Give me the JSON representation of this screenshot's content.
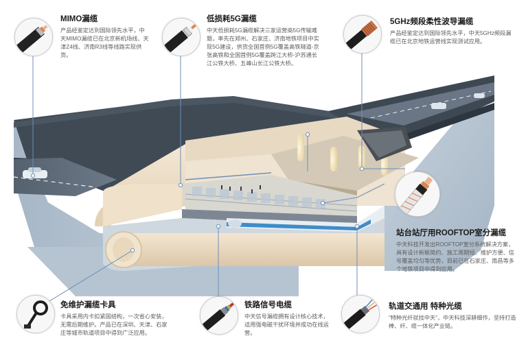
{
  "callouts": [
    {
      "id": "mimo",
      "title": "MIMO漏缆",
      "desc": "产品经鉴定达到国际领先水平，中天MIMO漏缆已在北京新机场线、天津Z4线、济南R3线等线路实现供货。",
      "icon": "mimo-cable-icon"
    },
    {
      "id": "low-loss-5g",
      "title": "低损耗5G漏缆",
      "desc": "中天低损耗5G漏缆解决三家运营商5G传输难题，率先在郑州、石家庄、济南地铁项目中实现5G建设，供货全国首例5G覆盖高铁隧道-京张高铁和全国首例5G覆盖跨江大桥-沪苏通长江公铁大桥、五峰山长江公铁大桥。",
      "icon": "coaxial-cable-icon"
    },
    {
      "id": "5ghz",
      "title": "5GHz频段柔性波导漏缆",
      "desc": "产品经鉴定达到国际领先水平，中天5GHz频段漏缆已在北京地铁运营线实现测试应用。",
      "icon": "waveguide-cable-icon"
    },
    {
      "id": "rooftop",
      "title": "站台站厅用ROOFTOP室分漏缆",
      "desc": "中天科技开发出ROOFTOP室分系统解决方案，具有设计新颖简约、施工周期短、维护方便、信号覆盖均匀等优势，目前已在石家庄、南昌等多个地铁项目中得到应用。",
      "icon": "rooftop-cable-icon"
    },
    {
      "id": "clamp",
      "title": "免维护漏缆卡具",
      "desc": "卡具采用内卡扣紧固结构，一次省心安装，无需后期维护。产品已在深圳、天津、石家庄等城市轨道项目中得到广泛应用。",
      "icon": "cable-clamp-icon"
    },
    {
      "id": "signal",
      "title": "铁路信号电缆",
      "desc": "中天信号漏缆拥有设计核心技术，适用强电磁干扰环境并成功在线运营。",
      "icon": "signal-cable-icon"
    },
    {
      "id": "optical",
      "title": "轨道交通用 特种光缆",
      "desc": "“特种光纤就找中天”，中天科技深耕细作，坚持打造棒、纤、缆一体化产业链。",
      "icon": "optical-cable-icon"
    }
  ],
  "colors": {
    "road_top": "#5e6b79",
    "road_edge": "#37414c",
    "tunnel_wall": "#ecdcc6",
    "station_floor": "#d9d2c4",
    "accent_line": "#6d8fb6",
    "cable_copper": "#d8875a"
  }
}
